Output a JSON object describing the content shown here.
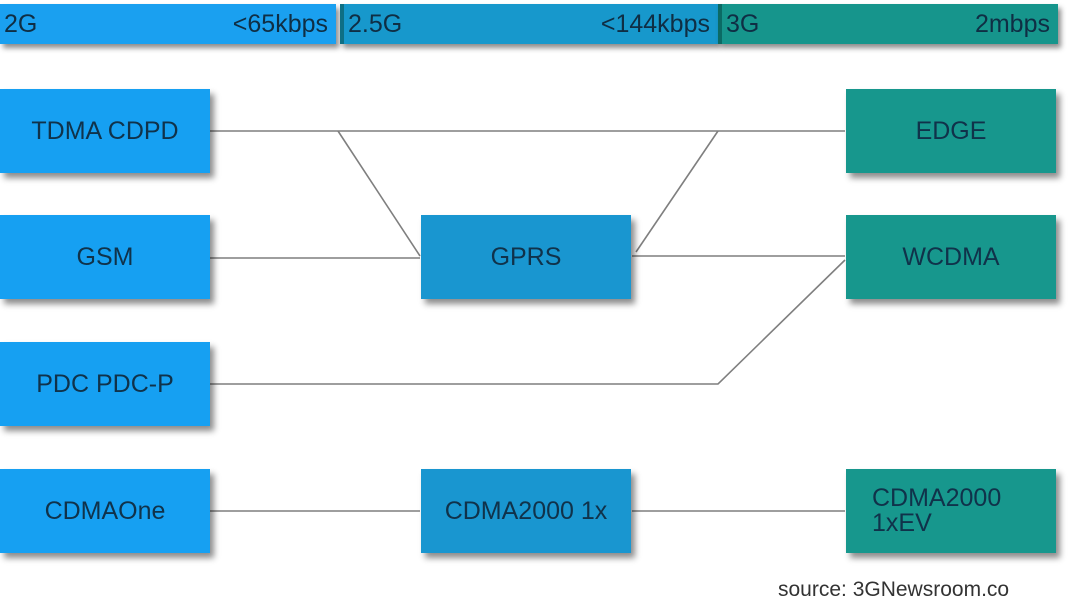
{
  "bands": [
    {
      "id": "2g",
      "generation": "2G",
      "rate": "<65kbps"
    },
    {
      "id": "25g",
      "generation": "2.5G",
      "rate": "<144kbps"
    },
    {
      "id": "3g",
      "generation": "3G",
      "rate": "2mbps"
    }
  ],
  "nodes": {
    "tdma_cdpd": "TDMA CDPD",
    "gsm": "GSM",
    "pdc": "PDC PDC-P",
    "cdmaone": "CDMAOne",
    "gprs": "GPRS",
    "cdma2000_1x": "CDMA2000 1x",
    "edge": "EDGE",
    "wcdma": "WCDMA",
    "cdma2000_1xev": "CDMA2000\n1xEV"
  },
  "colors": {
    "band_2g": "#1aa0f0",
    "band_25g": "#1798cc",
    "band_3g": "#16958c",
    "connector": "#7f7f7f"
  },
  "connections": [
    [
      "tdma_cdpd",
      "edge"
    ],
    [
      "tdma_cdpd",
      "gprs"
    ],
    [
      "gprs",
      "edge"
    ],
    [
      "gsm",
      "gprs"
    ],
    [
      "gprs",
      "wcdma"
    ],
    [
      "pdc",
      "wcdma"
    ],
    [
      "cdmaone",
      "cdma2000_1x"
    ],
    [
      "cdma2000_1x",
      "cdma2000_1xev"
    ]
  ],
  "source": "source: 3GNewsroom.co"
}
